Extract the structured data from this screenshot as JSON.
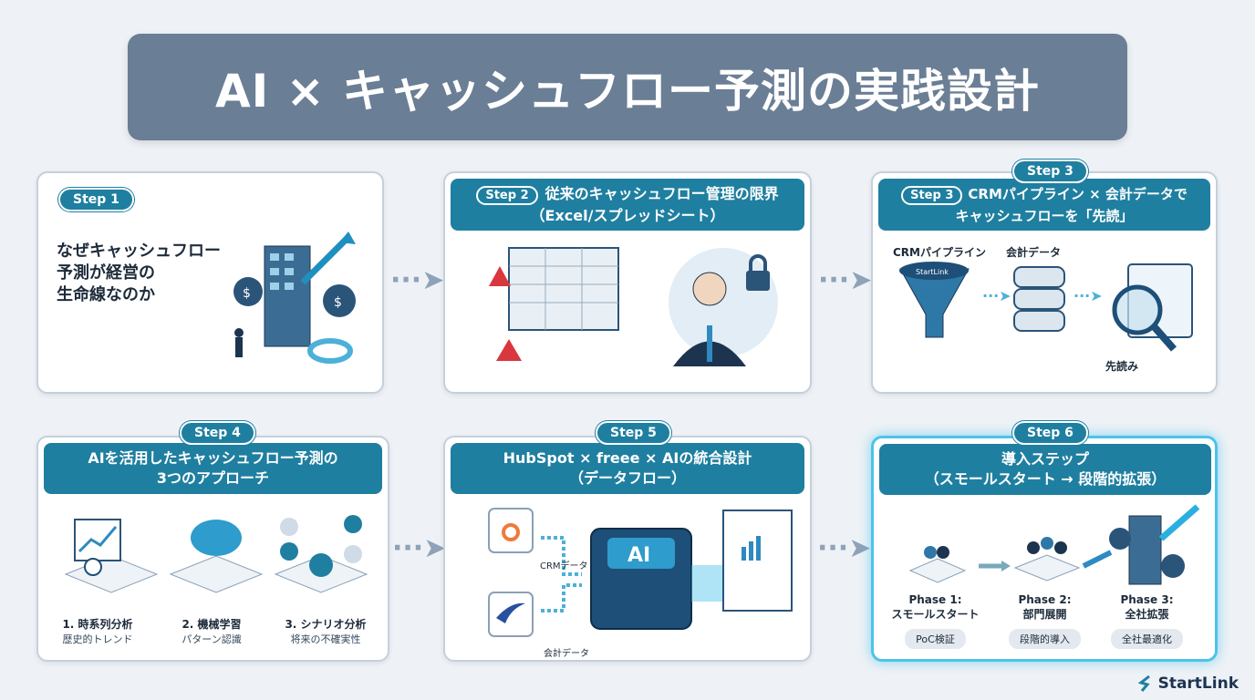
{
  "title": "AI × キャッシュフロー予測の実践設計",
  "step1": {
    "badge": "Step 1",
    "heading_lines": [
      "なぜキャッシュフロー",
      "予測が経営の",
      "生命線なのか"
    ]
  },
  "step2": {
    "badge": "Step 2",
    "heading_lines": [
      "従来のキャッシュフロー管理の限界",
      "（Excel/スプレッドシート）"
    ]
  },
  "step3": {
    "badge": "Step 3",
    "inner_badge": "Step 3",
    "heading_lines": [
      "CRMパイプライン × 会計データで",
      "キャッシュフローを「先読」"
    ],
    "labels": {
      "crm": "CRMパイプライン",
      "accounting": "会計データ",
      "forecast": "先読み",
      "funnel_logo": "StartLink"
    }
  },
  "step4": {
    "badge": "Step 4",
    "heading_lines": [
      "AIを活用したキャッシュフロー予測の",
      "3つのアプローチ"
    ],
    "items": [
      {
        "title": "1. 時系列分析",
        "sub": "歴史的トレンド"
      },
      {
        "title": "2. 機械学習",
        "sub": "パターン認識"
      },
      {
        "title": "3. シナリオ分析",
        "sub": "将来の不確実性"
      }
    ]
  },
  "step5": {
    "badge": "Step 5",
    "heading_lines": [
      "HubSpot × freee × AIの統合設計",
      "（データフロー）"
    ],
    "labels": {
      "crm": "CRMデータ",
      "accounting": "会計データ",
      "ai": "AI"
    }
  },
  "step6": {
    "badge": "Step 6",
    "heading_lines": [
      "導入ステップ",
      "（スモールスタート → 段階的拡張）"
    ],
    "phases": [
      {
        "title": "Phase 1:",
        "name": "スモールスタート",
        "tag": "PoC検証"
      },
      {
        "title": "Phase 2:",
        "name": "部門展開",
        "tag": "段階的導入"
      },
      {
        "title": "Phase 3:",
        "name": "全社拡張",
        "tag": "全社最適化"
      }
    ]
  },
  "brand": "StartLink",
  "colors": {
    "accent": "#1f7fa0",
    "title_bg": "#6a7e95",
    "glow": "#4cc3ea"
  }
}
